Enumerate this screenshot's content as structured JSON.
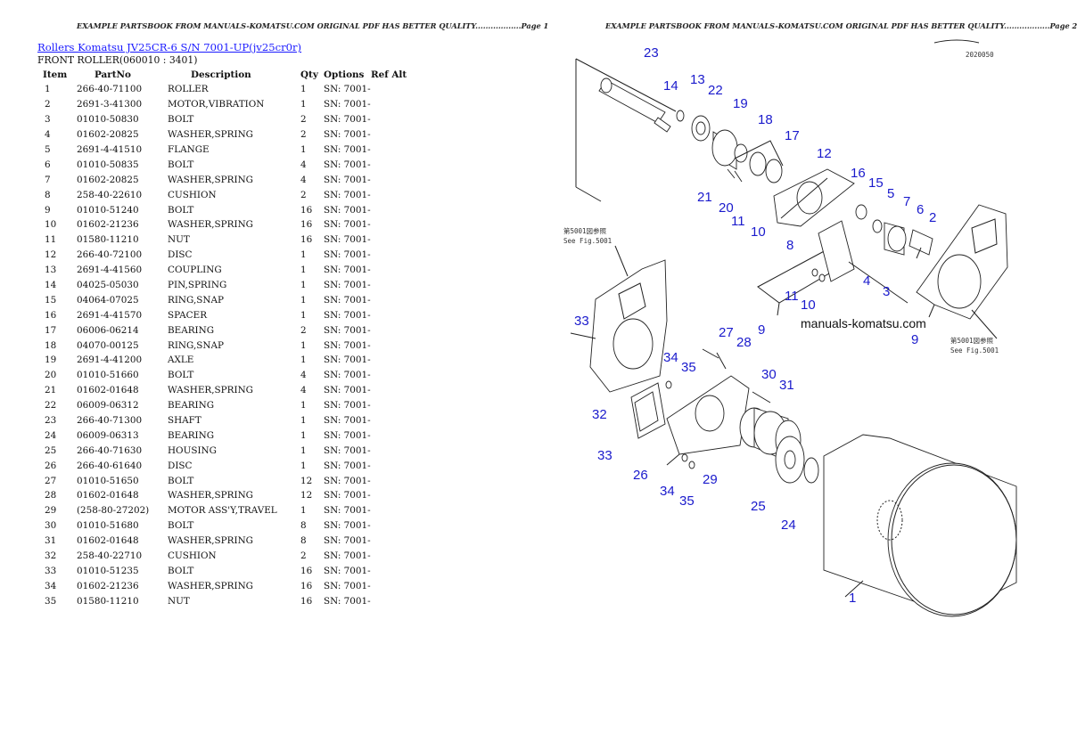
{
  "page_headers": {
    "page1": "EXAMPLE PARTSBOOK FROM MANUALS-KOMATSU.COM ORIGINAL PDF HAS BETTER QUALITY..................Page 1",
    "page2": "EXAMPLE PARTSBOOK FROM MANUALS-KOMATSU.COM ORIGINAL PDF HAS BETTER QUALITY..................Page 2"
  },
  "title_link": "Rollers Komatsu JV25CR-6 S/N 7001-UP(jv25cr0r)",
  "subtitle": "FRONT ROLLER(060010 : 3401)",
  "columns": [
    "Item",
    "PartNo",
    "Description",
    "Qty",
    "Options",
    "Ref Alt"
  ],
  "rows": [
    {
      "item": "1",
      "part": "266-40-71100",
      "desc": "ROLLER",
      "qty": "1",
      "opt": "SN: 7001-"
    },
    {
      "item": "2",
      "part": "2691-3-41300",
      "desc": "MOTOR,VIBRATION",
      "qty": "1",
      "opt": "SN: 7001-"
    },
    {
      "item": "3",
      "part": "01010-50830",
      "desc": "BOLT",
      "qty": "2",
      "opt": "SN: 7001-"
    },
    {
      "item": "4",
      "part": "01602-20825",
      "desc": "WASHER,SPRING",
      "qty": "2",
      "opt": "SN: 7001-"
    },
    {
      "item": "5",
      "part": "2691-4-41510",
      "desc": "FLANGE",
      "qty": "1",
      "opt": "SN: 7001-"
    },
    {
      "item": "6",
      "part": "01010-50835",
      "desc": "BOLT",
      "qty": "4",
      "opt": "SN: 7001-"
    },
    {
      "item": "7",
      "part": "01602-20825",
      "desc": "WASHER,SPRING",
      "qty": "4",
      "opt": "SN: 7001-"
    },
    {
      "item": "8",
      "part": "258-40-22610",
      "desc": "CUSHION",
      "qty": "2",
      "opt": "SN: 7001-"
    },
    {
      "item": "9",
      "part": "01010-51240",
      "desc": "BOLT",
      "qty": "16",
      "opt": "SN: 7001-"
    },
    {
      "item": "10",
      "part": "01602-21236",
      "desc": "WASHER,SPRING",
      "qty": "16",
      "opt": "SN: 7001-"
    },
    {
      "item": "11",
      "part": "01580-11210",
      "desc": "NUT",
      "qty": "16",
      "opt": "SN: 7001-"
    },
    {
      "item": "12",
      "part": "266-40-72100",
      "desc": "DISC",
      "qty": "1",
      "opt": "SN: 7001-"
    },
    {
      "item": "13",
      "part": "2691-4-41560",
      "desc": "COUPLING",
      "qty": "1",
      "opt": "SN: 7001-"
    },
    {
      "item": "14",
      "part": "04025-05030",
      "desc": "PIN,SPRING",
      "qty": "1",
      "opt": "SN: 7001-"
    },
    {
      "item": "15",
      "part": "04064-07025",
      "desc": "RING,SNAP",
      "qty": "1",
      "opt": "SN: 7001-"
    },
    {
      "item": "16",
      "part": "2691-4-41570",
      "desc": "SPACER",
      "qty": "1",
      "opt": "SN: 7001-"
    },
    {
      "item": "17",
      "part": "06006-06214",
      "desc": "BEARING",
      "qty": "2",
      "opt": "SN: 7001-"
    },
    {
      "item": "18",
      "part": "04070-00125",
      "desc": "RING,SNAP",
      "qty": "1",
      "opt": "SN: 7001-"
    },
    {
      "item": "19",
      "part": "2691-4-41200",
      "desc": "AXLE",
      "qty": "1",
      "opt": "SN: 7001-"
    },
    {
      "item": "20",
      "part": "01010-51660",
      "desc": "BOLT",
      "qty": "4",
      "opt": "SN: 7001-"
    },
    {
      "item": "21",
      "part": "01602-01648",
      "desc": "WASHER,SPRING",
      "qty": "4",
      "opt": "SN: 7001-"
    },
    {
      "item": "22",
      "part": "06009-06312",
      "desc": "BEARING",
      "qty": "1",
      "opt": "SN: 7001-"
    },
    {
      "item": "23",
      "part": "266-40-71300",
      "desc": "SHAFT",
      "qty": "1",
      "opt": "SN: 7001-"
    },
    {
      "item": "24",
      "part": "06009-06313",
      "desc": "BEARING",
      "qty": "1",
      "opt": "SN: 7001-"
    },
    {
      "item": "25",
      "part": "266-40-71630",
      "desc": "HOUSING",
      "qty": "1",
      "opt": "SN: 7001-"
    },
    {
      "item": "26",
      "part": "266-40-61640",
      "desc": "DISC",
      "qty": "1",
      "opt": "SN: 7001-"
    },
    {
      "item": "27",
      "part": "01010-51650",
      "desc": "BOLT",
      "qty": "12",
      "opt": "SN: 7001-"
    },
    {
      "item": "28",
      "part": "01602-01648",
      "desc": "WASHER,SPRING",
      "qty": "12",
      "opt": "SN: 7001-"
    },
    {
      "item": "29",
      "part": "(258-80-27202)",
      "desc": "MOTOR ASS'Y,TRAVEL",
      "qty": "1",
      "opt": "SN: 7001-"
    },
    {
      "item": "30",
      "part": "01010-51680",
      "desc": "BOLT",
      "qty": "8",
      "opt": "SN: 7001-"
    },
    {
      "item": "31",
      "part": "01602-01648",
      "desc": "WASHER,SPRING",
      "qty": "8",
      "opt": "SN: 7001-"
    },
    {
      "item": "32",
      "part": "258-40-22710",
      "desc": "CUSHION",
      "qty": "2",
      "opt": "SN: 7001-"
    },
    {
      "item": "33",
      "part": "01010-51235",
      "desc": "BOLT",
      "qty": "16",
      "opt": "SN: 7001-"
    },
    {
      "item": "34",
      "part": "01602-21236",
      "desc": "WASHER,SPRING",
      "qty": "16",
      "opt": "SN: 7001-"
    },
    {
      "item": "35",
      "part": "01580-11210",
      "desc": "NUT",
      "qty": "16",
      "opt": "SN: 7001-"
    }
  ],
  "diagram": {
    "code": "2020050",
    "watermark": "manuals-komatsu.com",
    "fig_ref_jp_left": "第5001図参照",
    "fig_ref_en_left": "See Fig.5001",
    "fig_ref_jp_right": "第5001図参照",
    "fig_ref_en_right": "See Fig.5001",
    "callouts": [
      "23",
      "14",
      "13",
      "22",
      "19",
      "18",
      "17",
      "12",
      "16",
      "15",
      "5",
      "7",
      "6",
      "2",
      "21",
      "20",
      "11",
      "10",
      "8",
      "4",
      "3",
      "9",
      "11",
      "10",
      "9",
      "33",
      "27",
      "28",
      "34",
      "35",
      "30",
      "31",
      "32",
      "33",
      "26",
      "34",
      "35",
      "29",
      "25",
      "24",
      "1"
    ]
  }
}
